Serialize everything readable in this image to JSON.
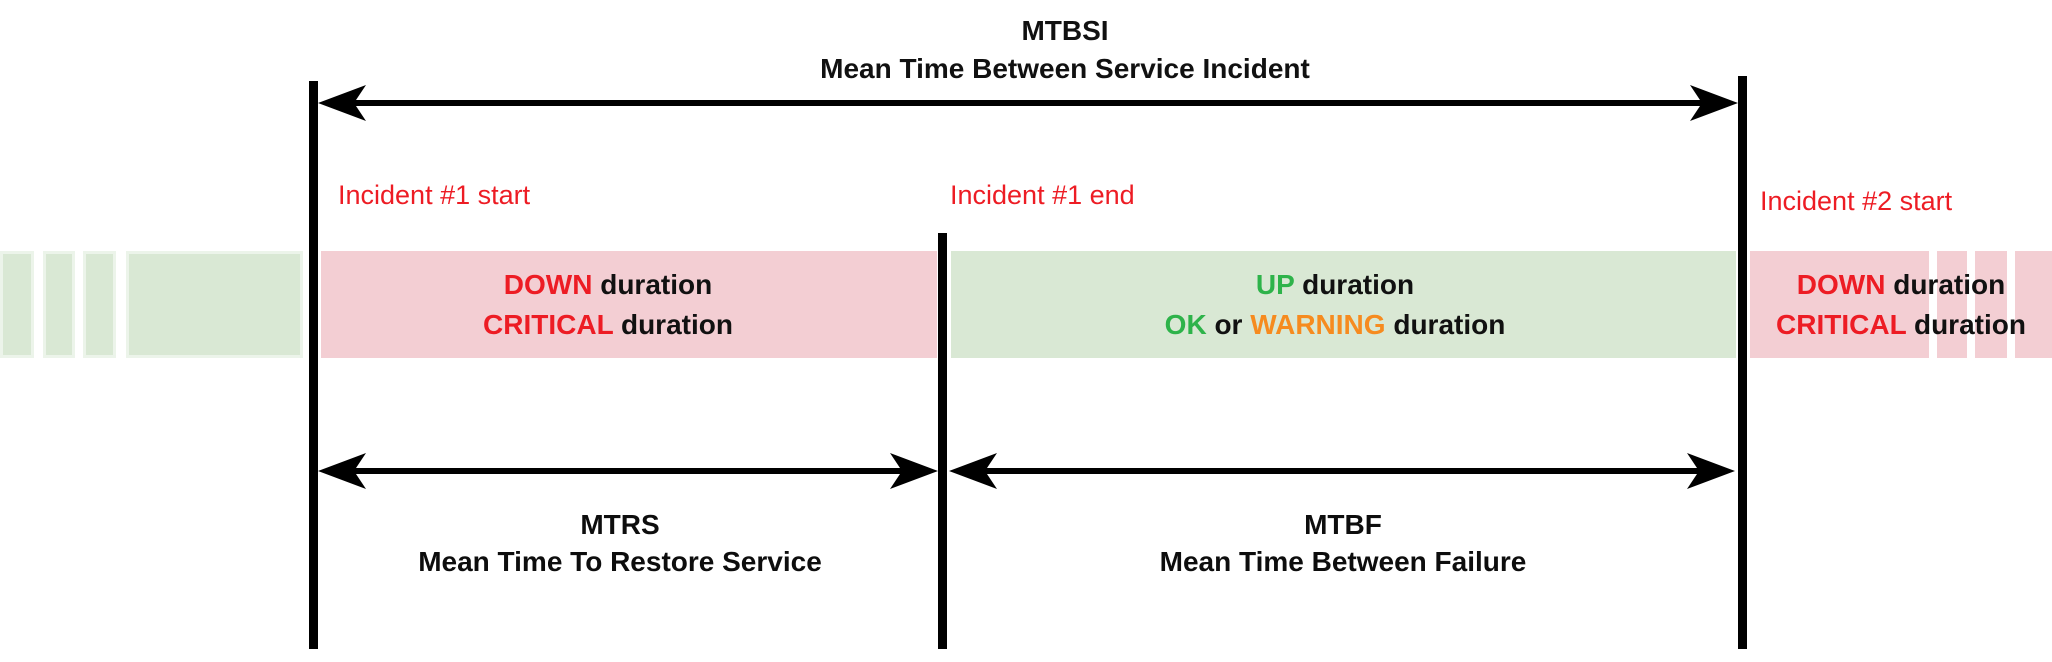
{
  "colors": {
    "red_text": "#ed1c24",
    "green_text": "#2eb34a",
    "orange_text": "#f68b1f",
    "black_text": "#111111",
    "down_band_fill": "#f3ced3",
    "up_band_fill": "#d9e8d4",
    "marker_line": "#000000"
  },
  "metrics": {
    "mtbsi": {
      "abbr": "MTBSI",
      "name": "Mean Time Between Service Incident"
    },
    "mtrs": {
      "abbr": "MTRS",
      "name": "Mean Time To Restore Service"
    },
    "mtbf": {
      "abbr": "MTBF",
      "name": "Mean Time Between Failure"
    }
  },
  "incident_markers": [
    {
      "label": "Incident #1 start"
    },
    {
      "label": "Incident #1 end"
    },
    {
      "label": "Incident #2 start"
    }
  ],
  "bands": {
    "down1": {
      "line1": {
        "status": "DOWN",
        "rest": " duration"
      },
      "line2": {
        "status": "CRITICAL",
        "rest": " duration"
      }
    },
    "up": {
      "line1": {
        "status": "UP",
        "rest": " duration"
      },
      "line2": {
        "ok": "OK",
        "or": " or ",
        "warning": "WARNING",
        "rest": " duration"
      }
    },
    "down2": {
      "line1": {
        "status": "DOWN",
        "rest": " duration"
      },
      "line2": {
        "status": "CRITICAL",
        "rest": " duration"
      }
    }
  }
}
